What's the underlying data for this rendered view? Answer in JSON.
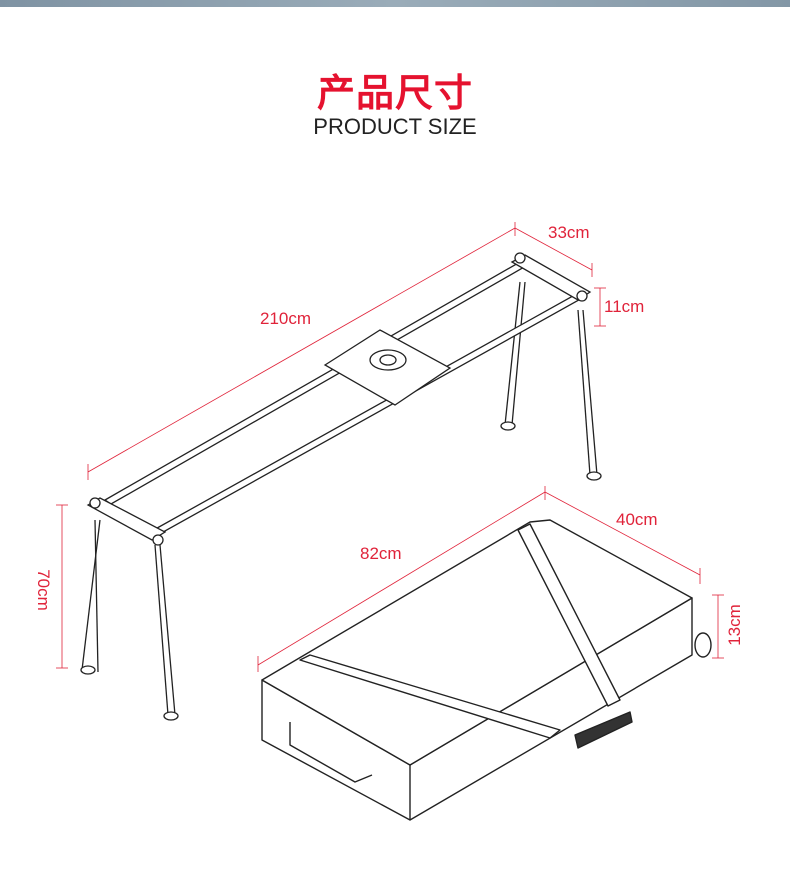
{
  "title_cn": "产品尺寸",
  "title_en": "PRODUCT SIZE",
  "slider": {
    "length": "210cm",
    "width": "33cm",
    "rail_height": "11cm",
    "leg_height": "70cm"
  },
  "bag": {
    "length": "82cm",
    "width": "40cm",
    "height": "13cm"
  },
  "colors": {
    "accent": "#e5122f",
    "dimension": "#e0233a",
    "line": "#222222"
  }
}
